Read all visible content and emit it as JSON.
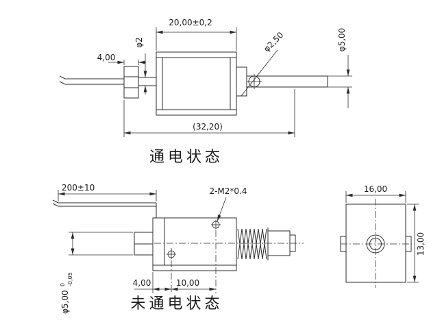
{
  "sheet": {
    "background": "#ffffff",
    "line_color": "#2b2b2b",
    "text_color": "#1a1a1a"
  },
  "energized_view": {
    "title": "通电状态",
    "dims": {
      "body_width": "20,00±0,2",
      "shaft_diameter": "φ2",
      "terminal_width": "4,00",
      "pin_hole_diameter": "φ2,50",
      "plunger_diameter": "φ5,00",
      "overall_length": "(32,20)"
    }
  },
  "deenergized_view": {
    "title": "未通电状态",
    "dims": {
      "lead_length": "200±10",
      "mounting_thread": "2-M2*0.4",
      "plunger_diameter": "φ5,00",
      "tolerance_upper": "0",
      "tolerance_lower": "-0,05",
      "edge_to_hole": "4,00",
      "hole_spacing": "10,00"
    }
  },
  "end_view": {
    "dims": {
      "width": "16,00",
      "height": "13,00"
    }
  }
}
